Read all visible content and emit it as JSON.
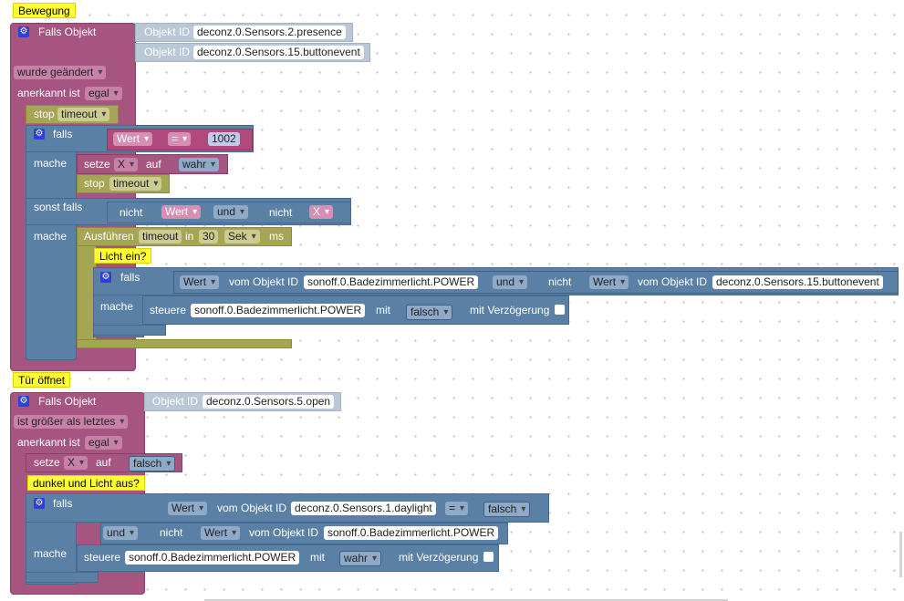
{
  "script1": {
    "comment": "Bewegung",
    "trigger_label": "Falls Objekt",
    "objekt_id_label": "Objekt ID",
    "object_ids": [
      "deconz.0.Sensors.2.presence",
      "deconz.0.Sensors.15.buttonevent"
    ],
    "change_option": "wurde geändert",
    "ack_label": "anerkannt ist",
    "ack_option": "egal",
    "stop_label": "stop",
    "stop_timer": "timeout",
    "if1": {
      "falls": "falls",
      "var": "Wert",
      "op": "=",
      "value": "1002",
      "mache": "mache",
      "setze": "setze",
      "setze_var": "X",
      "auf": "auf",
      "setze_value": "wahr",
      "stop": "stop",
      "stop_timer": "timeout",
      "sonst_falls": "sonst falls",
      "nicht1": "nicht",
      "wert": "Wert",
      "und": "und",
      "nicht2": "nicht",
      "x": "X",
      "mache2": "mache"
    },
    "timeout": {
      "label": "Ausführen",
      "name": "timeout",
      "in": "in",
      "value": "30",
      "unit": "Sek",
      "ms": "ms"
    },
    "comment2": "Licht ein?",
    "if2": {
      "falls": "falls",
      "wert1": "Wert",
      "vom": "vom Objekt ID",
      "obj1": "sonoff.0.Badezimmerlicht.POWER",
      "und": "und",
      "nicht": "nicht",
      "wert2": "Wert",
      "vom2": "vom Objekt ID",
      "obj2": "deconz.0.Sensors.15.buttonevent",
      "mache": "mache",
      "steuere": "steuere",
      "steuere_obj": "sonoff.0.Badezimmerlicht.POWER",
      "mit": "mit",
      "value": "falsch",
      "delay": "mit Verzögerung"
    }
  },
  "script2": {
    "comment": "Tür öffnet",
    "trigger_label": "Falls Objekt",
    "objekt_id_label": "Objekt ID",
    "object_id": "deconz.0.Sensors.5.open",
    "change_option": "ist größer als letztes",
    "ack_label": "anerkannt ist",
    "ack_option": "egal",
    "setze": "setze",
    "setze_var": "X",
    "auf": "auf",
    "setze_value": "falsch",
    "comment2": "dunkel und Licht aus?",
    "if": {
      "falls": "falls",
      "wert1": "Wert",
      "vom": "vom Objekt ID",
      "obj1": "deconz.0.Sensors.1.daylight",
      "op": "=",
      "cmp": "falsch",
      "und": "und",
      "nicht": "nicht",
      "wert2": "Wert",
      "vom2": "vom Objekt ID",
      "obj2": "sonoff.0.Badezimmerlicht.POWER",
      "mache": "mache",
      "steuere": "steuere",
      "steuere_obj": "sonoff.0.Badezimmerlicht.POWER",
      "mit": "mit",
      "value": "wahr",
      "delay": "mit Verzögerung"
    }
  }
}
